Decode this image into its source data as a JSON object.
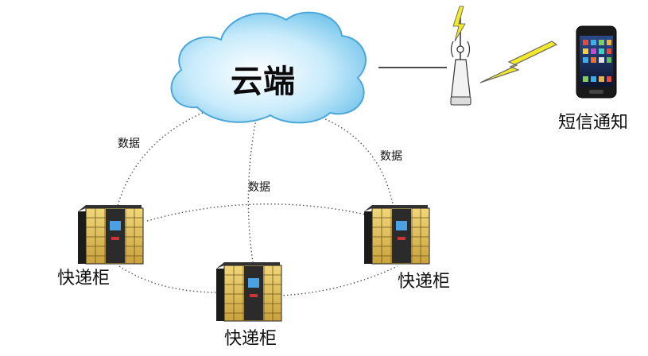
{
  "cloud": {
    "label": "云端"
  },
  "data_labels": {
    "left": "数据",
    "middle": "数据",
    "right": "数据"
  },
  "lockers": {
    "left": "快递柜",
    "center": "快递柜",
    "right": "快递柜"
  },
  "phone": {
    "label": "短信通知"
  },
  "colors": {
    "cloud_fill": "#9fd8f3",
    "cloud_stroke": "#49a8dc",
    "locker_gold": "#e1c158",
    "locker_dark": "#1b1b1b",
    "bolt": "#f3e92b",
    "dotted_line": "#555555"
  },
  "icons": [
    "cloud-icon",
    "antenna-icon",
    "lightning-icon",
    "smartphone-icon",
    "locker-icon"
  ]
}
